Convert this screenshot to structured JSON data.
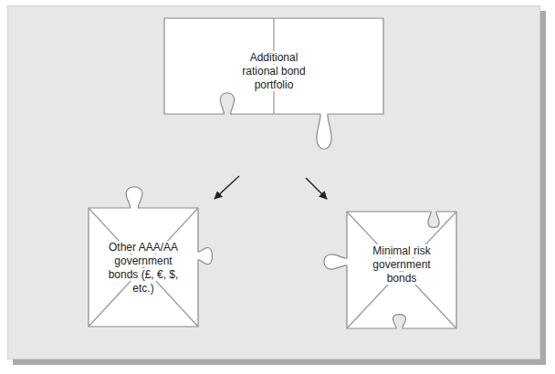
{
  "diagram": {
    "nodes": [
      {
        "text": [
          "Additional rational bond portfolio"
        ]
      },
      {
        "text": [
          "Other AAA/AA government bonds (£, €, $, etc.)"
        ]
      },
      {
        "text": [
          "Minimal risk government bonds"
        ]
      }
    ],
    "edges": [
      {
        "from": 0,
        "to": 1,
        "arrow": "to"
      },
      {
        "from": 0,
        "to": 2,
        "arrow": "to"
      }
    ]
  }
}
